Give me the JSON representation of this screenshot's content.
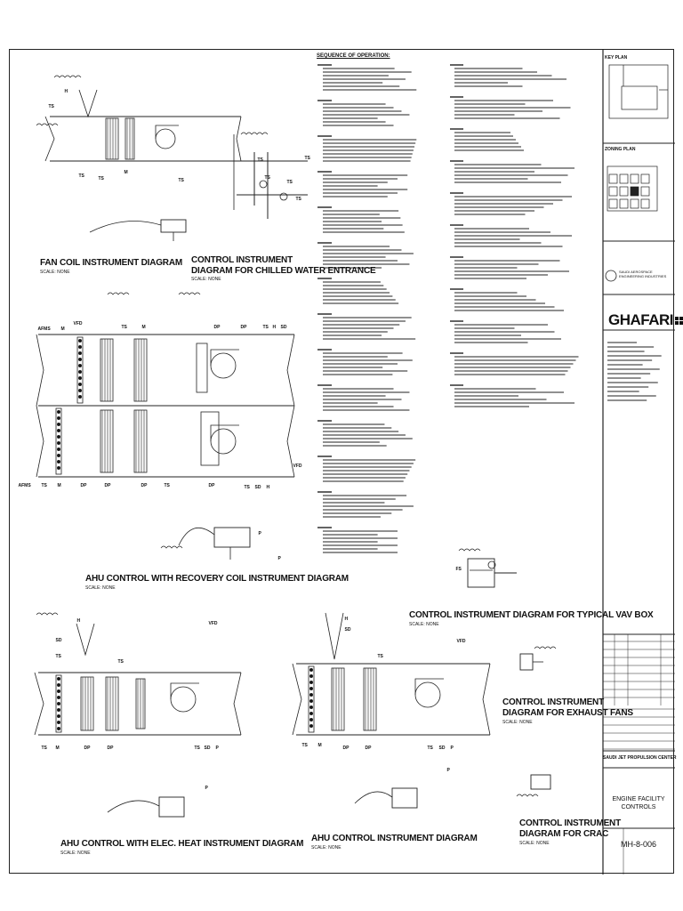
{
  "sheet": {
    "sequence_title": "SEQUENCE OF OPERATION:",
    "key_plan_label": "KEY PLAN",
    "zoning_label": "ZONING PLAN",
    "company_name": "GHAFARI",
    "client_name": "SAUDI AEROSPACE ENGINEERING INDUSTRIES",
    "project_name": "SAUDI JET PROPULSION CENTER",
    "drawing_title": "ENGINE FACILITY\nCONTROLS",
    "drawing_number": "MH-8-006"
  },
  "diagrams": {
    "fan_coil": "FAN COIL INSTRUMENT DIAGRAM",
    "chilled_water": "CONTROL INSTRUMENT\nDIAGRAM FOR CHILLED WATER ENTRANCE",
    "ahu_recovery": "AHU CONTROL WITH RECOVERY COIL  INSTRUMENT DIAGRAM",
    "vav_box": "CONTROL INSTRUMENT DIAGRAM FOR TYPICAL VAV BOX",
    "exhaust_fans": "CONTROL INSTRUMENT\nDIAGRAM FOR EXHAUST FANS",
    "ahu_elec": "AHU CONTROL WITH ELEC. HEAT  INSTRUMENT DIAGRAM",
    "ahu": "AHU CONTROL INSTRUMENT DIAGRAM",
    "crac": "CONTROL INSTRUMENT\nDIAGRAM FOR CRAC"
  },
  "scale_note": "SCALE: NONE",
  "instrument_tags": {
    "ts": "TS",
    "dp": "DP",
    "m": "M",
    "vfd": "VFD",
    "afms": "AFMS",
    "h": "H",
    "sd": "SD",
    "p": "P",
    "fs": "FS"
  }
}
